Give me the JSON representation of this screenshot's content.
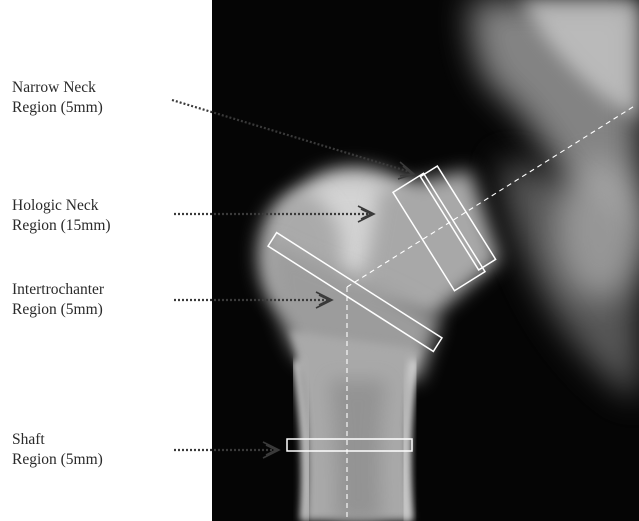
{
  "regions": [
    {
      "line1": "Narrow Neck",
      "line2": "Region (5mm)"
    },
    {
      "line1": "Hologic Neck",
      "line2": "Region (15mm)"
    },
    {
      "line1": "Intertrochanter",
      "line2": "Region (5mm)"
    },
    {
      "line1": "Shaft",
      "line2": "Region (5mm)"
    }
  ]
}
